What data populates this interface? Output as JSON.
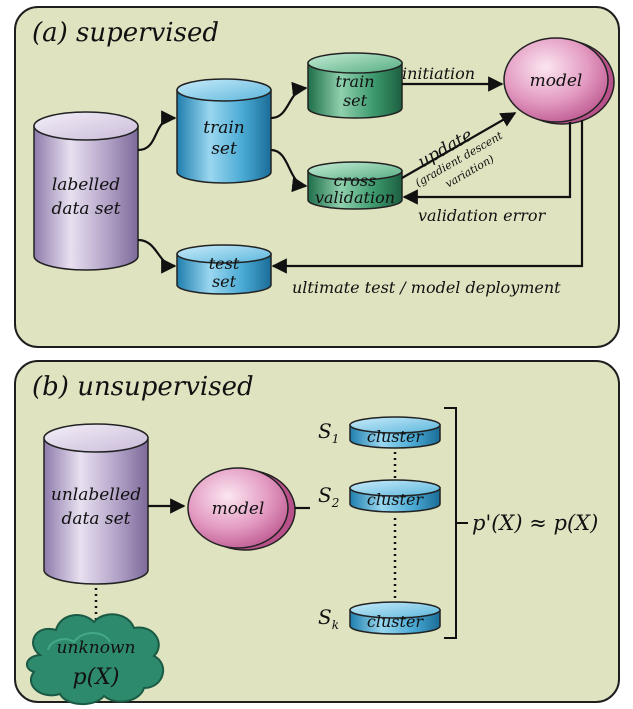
{
  "panel_a": {
    "title": "(a) supervised",
    "labelled_data_set": [
      "labelled",
      "data set"
    ],
    "train_set_blue": [
      "train",
      "set"
    ],
    "train_set_green": [
      "train",
      "set"
    ],
    "cross_validation": [
      "cross",
      "validation"
    ],
    "test_set": [
      "test",
      "set"
    ],
    "model": "model",
    "initiation": "initiation",
    "update": "update",
    "update_note": [
      "(gradient descent",
      "variation)"
    ],
    "validation_error": "validation error",
    "ultimate_test": "ultimate test / model deployment"
  },
  "panel_b": {
    "title": "(b) unsupervised",
    "unlabelled_data_set": [
      "unlabelled",
      "data set"
    ],
    "model": "model",
    "clusters": [
      {
        "sym": "S",
        "sub": "1",
        "label": "cluster"
      },
      {
        "sym": "S",
        "sub": "2",
        "label": "cluster"
      },
      {
        "sym": "S",
        "sub": "k",
        "label": "cluster"
      }
    ],
    "cloud": [
      "unknown",
      "p(X)"
    ],
    "approx": "p'(X) ≈ p(X)"
  },
  "colors": {
    "panel_bg": "#dfe3c0",
    "purple": "#b3a3c8",
    "blue": "#4aaad4",
    "green": "#3d9a6e",
    "pink": "#d06aa0",
    "cloud": "#2e8a6c"
  }
}
